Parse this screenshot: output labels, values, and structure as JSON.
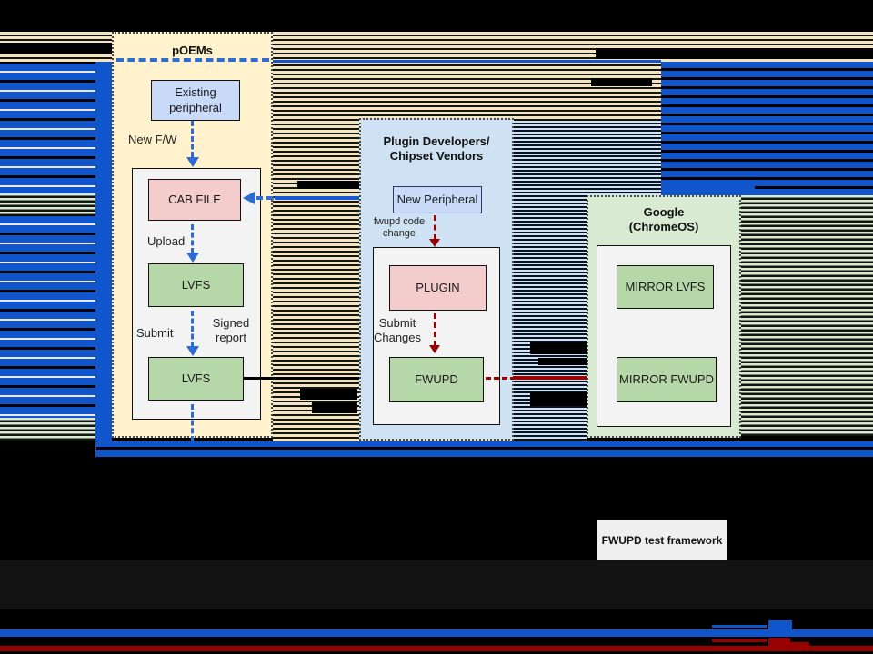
{
  "colors": {
    "glitch_blue": "#1155cc",
    "glitch_tan": "#f3e5c0",
    "dark_red": "#990000",
    "panel_cream": "#fff2cc",
    "panel_blue": "#cfe2f3",
    "panel_green": "#d9ead3",
    "node_pink": "#f4cccc",
    "node_green": "#b6d7a8",
    "node_blue": "#c9daf8",
    "arrow_blue": "#2e6bd3"
  },
  "poems": {
    "title": "pOEMs",
    "existing_peripheral": "Existing peripheral",
    "new_fw_label": "New F/W",
    "cab_file": "CAB FILE",
    "upload_label": "Upload",
    "lvfs1": "LVFS",
    "submit_label": "Submit",
    "signed_report_label": "Signed report",
    "lvfs2": "LVFS"
  },
  "plugin": {
    "title": "Plugin Developers/ Chipset Vendors",
    "new_peripheral": "New Peripheral",
    "fwupd_code_change_label": "fwupd code change",
    "plugin_node": "PLUGIN",
    "submit_changes_label": "Submit Changes",
    "fwupd_node": "FWUPD"
  },
  "google": {
    "title": "Google (ChromeOS)",
    "mirror_lvfs": "MIRROR LVFS",
    "mirror_fwupd": "MIRROR FWUPD"
  },
  "footer": {
    "test_framework": "FWUPD test framework"
  }
}
